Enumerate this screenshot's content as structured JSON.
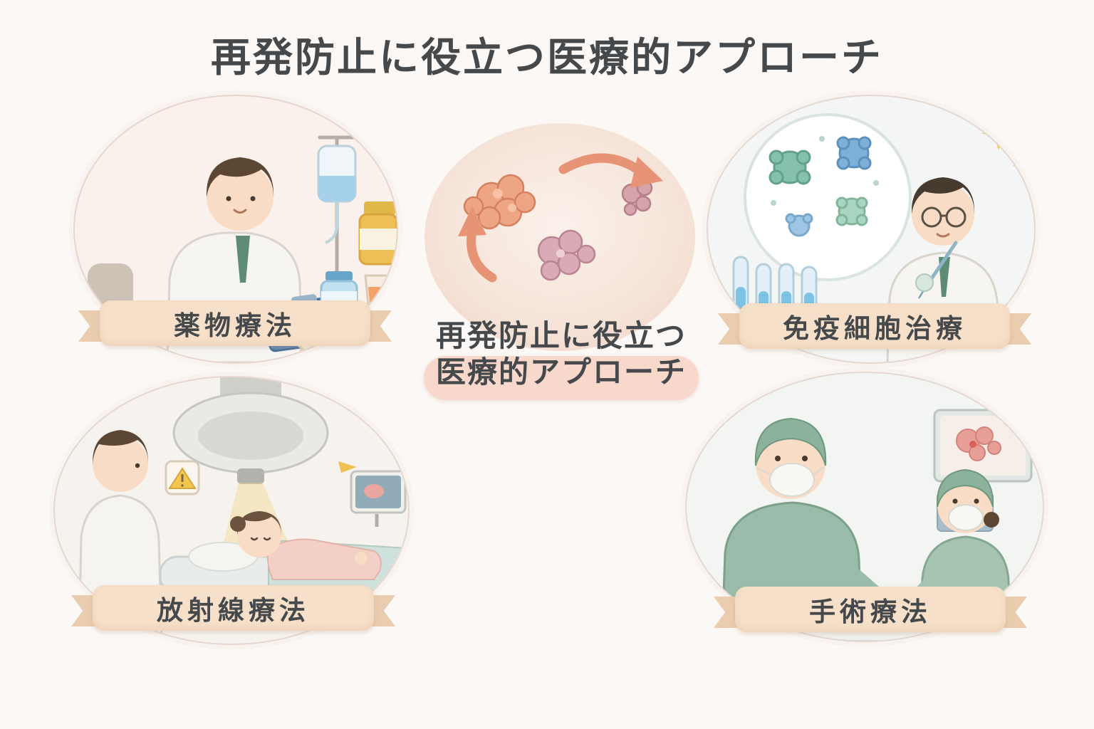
{
  "title": "再発防止に役立つ医療的アプローチ",
  "center": {
    "caption_line1": "再発防止に役立つ",
    "caption_line2": "医療的アプローチ"
  },
  "panels": [
    {
      "id": "drug-therapy",
      "label": "薬物療法"
    },
    {
      "id": "immune-cell-therapy",
      "label": "免疫細胞治療"
    },
    {
      "id": "radiation-therapy",
      "label": "放射線療法"
    },
    {
      "id": "surgery-therapy",
      "label": "手術療法"
    }
  ],
  "colors": {
    "background": "#fbf8f6",
    "title_text": "#45494c",
    "ribbon": "#f6e0c9",
    "ribbon_fold": "#eaccae",
    "caption_band": "#f8d8cb",
    "accent_salmon": "#e79375"
  }
}
